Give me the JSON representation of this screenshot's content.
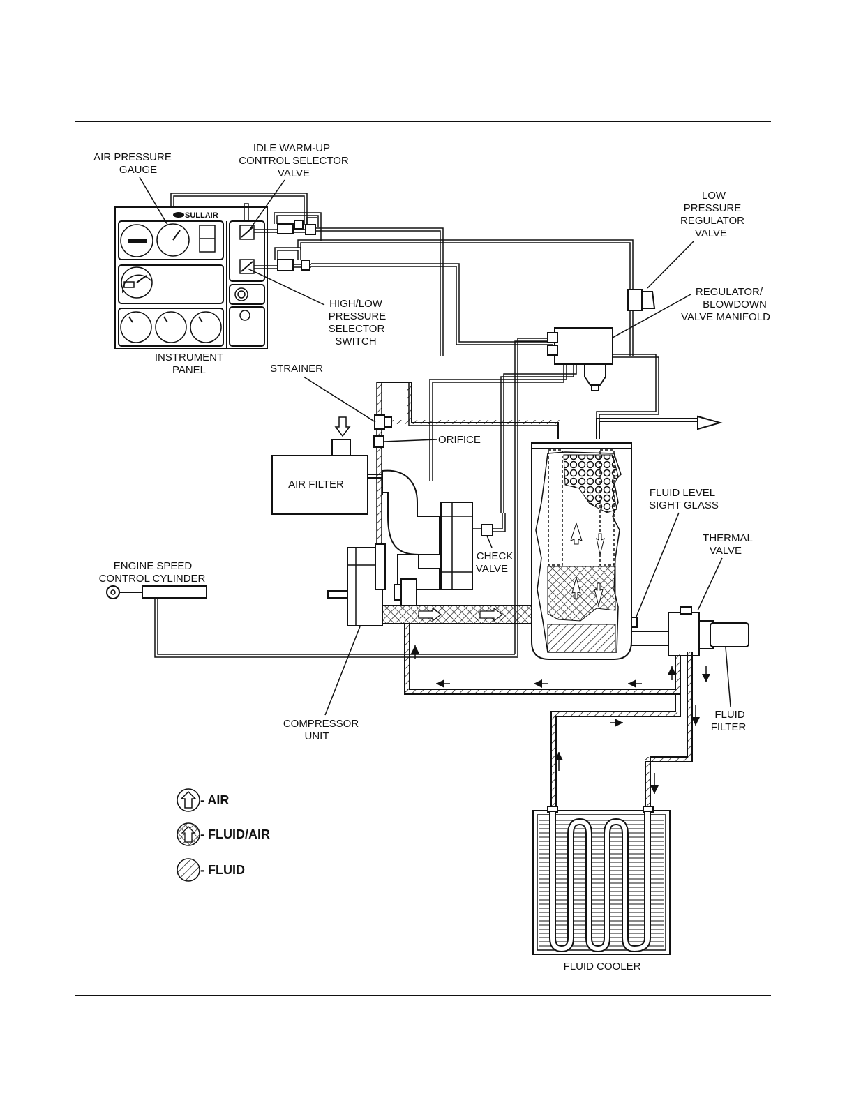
{
  "labels": {
    "air_pressure_gauge": [
      "AIR PRESSURE",
      "GAUGE"
    ],
    "idle_warmup_valve": [
      "IDLE WARM-UP",
      "CONTROL SELECTOR",
      "VALVE"
    ],
    "low_pressure_regulator": [
      "LOW",
      "PRESSURE",
      "REGULATOR",
      "VALVE"
    ],
    "regulator_blowdown": [
      "REGULATOR/",
      "BLOWDOWN",
      "VALVE MANIFOLD"
    ],
    "high_low_switch": [
      "HIGH/LOW",
      "PRESSURE",
      "SELECTOR",
      "SWITCH"
    ],
    "instrument_panel": [
      "INSTRUMENT",
      "PANEL"
    ],
    "strainer": [
      "STRAINER"
    ],
    "orifice": [
      "ORIFICE"
    ],
    "air_filter": [
      "AIR FILTER"
    ],
    "fluid_level_sight_glass": [
      "FLUID LEVEL",
      "SIGHT GLASS"
    ],
    "thermal_valve": [
      "THERMAL",
      "VALVE"
    ],
    "check_valve": [
      "CHECK",
      "VALVE"
    ],
    "engine_speed_cylinder": [
      "ENGINE SPEED",
      "CONTROL CYLINDER"
    ],
    "compressor_unit": [
      "COMPRESSOR",
      "UNIT"
    ],
    "fluid_filter": [
      "FLUID",
      "FILTER"
    ],
    "fluid_cooler": [
      "FLUID COOLER"
    ]
  },
  "brand": "SULLAIR",
  "legend": [
    {
      "symbol": "air-arrow-icon",
      "label": "- AIR"
    },
    {
      "symbol": "fluid-air-crosshatch-icon",
      "label": "- FLUID/AIR"
    },
    {
      "symbol": "fluid-hatch-icon",
      "label": "- FLUID"
    }
  ]
}
